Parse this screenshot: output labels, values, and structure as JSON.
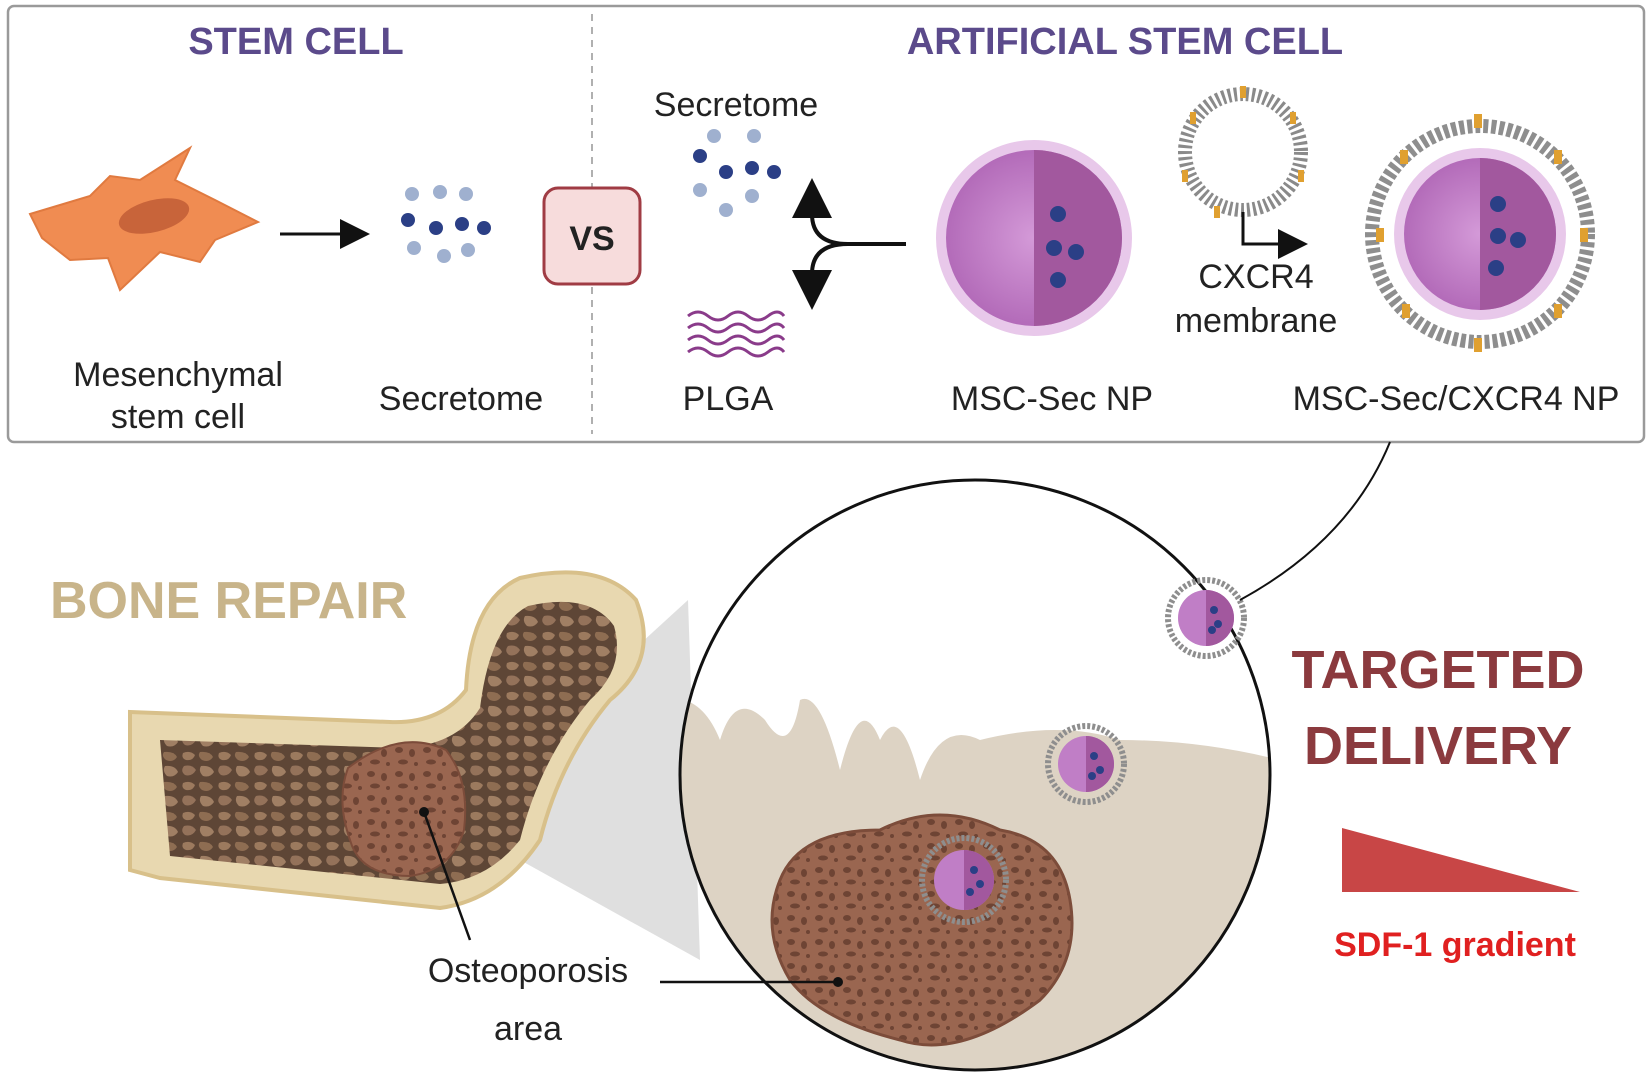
{
  "top_panel": {
    "stem_cell": {
      "title": "STEM CELL",
      "cell_label_line1": "Mesenchymal",
      "cell_label_line2": "stem cell",
      "secretome_label": "Secretome"
    },
    "vs_label": "VS",
    "artificial": {
      "title": "ARTIFICIAL STEM CELL",
      "secretome_label": "Secretome",
      "plga_label": "PLGA",
      "np_label": "MSC-Sec NP",
      "membrane_label_line1": "CXCR4",
      "membrane_label_line2": "membrane",
      "targeted_np_label": "MSC-Sec/CXCR4 NP"
    }
  },
  "bottom_panel": {
    "bone_repair_title": "BONE REPAIR",
    "osteoporosis_line1": "Osteoporosis",
    "osteoporosis_line2": "area",
    "targeted_line1": "TARGETED",
    "targeted_line2": "DELIVERY",
    "gradient_label": "SDF-1 gradient"
  },
  "colors": {
    "title_purple": "#5b4a8b",
    "bone_title": "#c8b48a",
    "targeted": "#8b3a3e",
    "gradient_label": "#e02020",
    "gradient_fill": "#c84646",
    "cell_orange": "#f08c52",
    "np_purple": "#c07ec6"
  }
}
